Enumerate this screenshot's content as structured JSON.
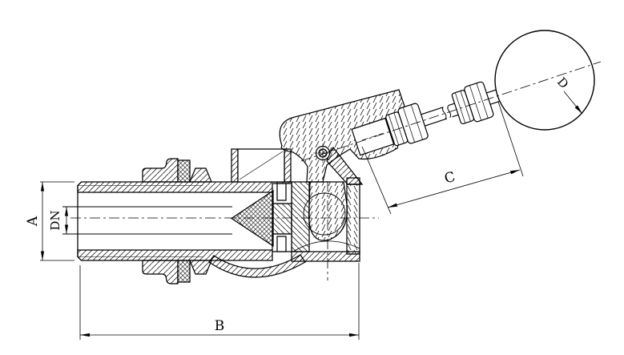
{
  "drawing": {
    "background": "#ffffff",
    "line_color": "#000000",
    "description": "float-valve-sectional-drawing",
    "labels": {
      "a": "A",
      "dn": "DN",
      "b": "B",
      "c": "C",
      "d": "D"
    }
  }
}
